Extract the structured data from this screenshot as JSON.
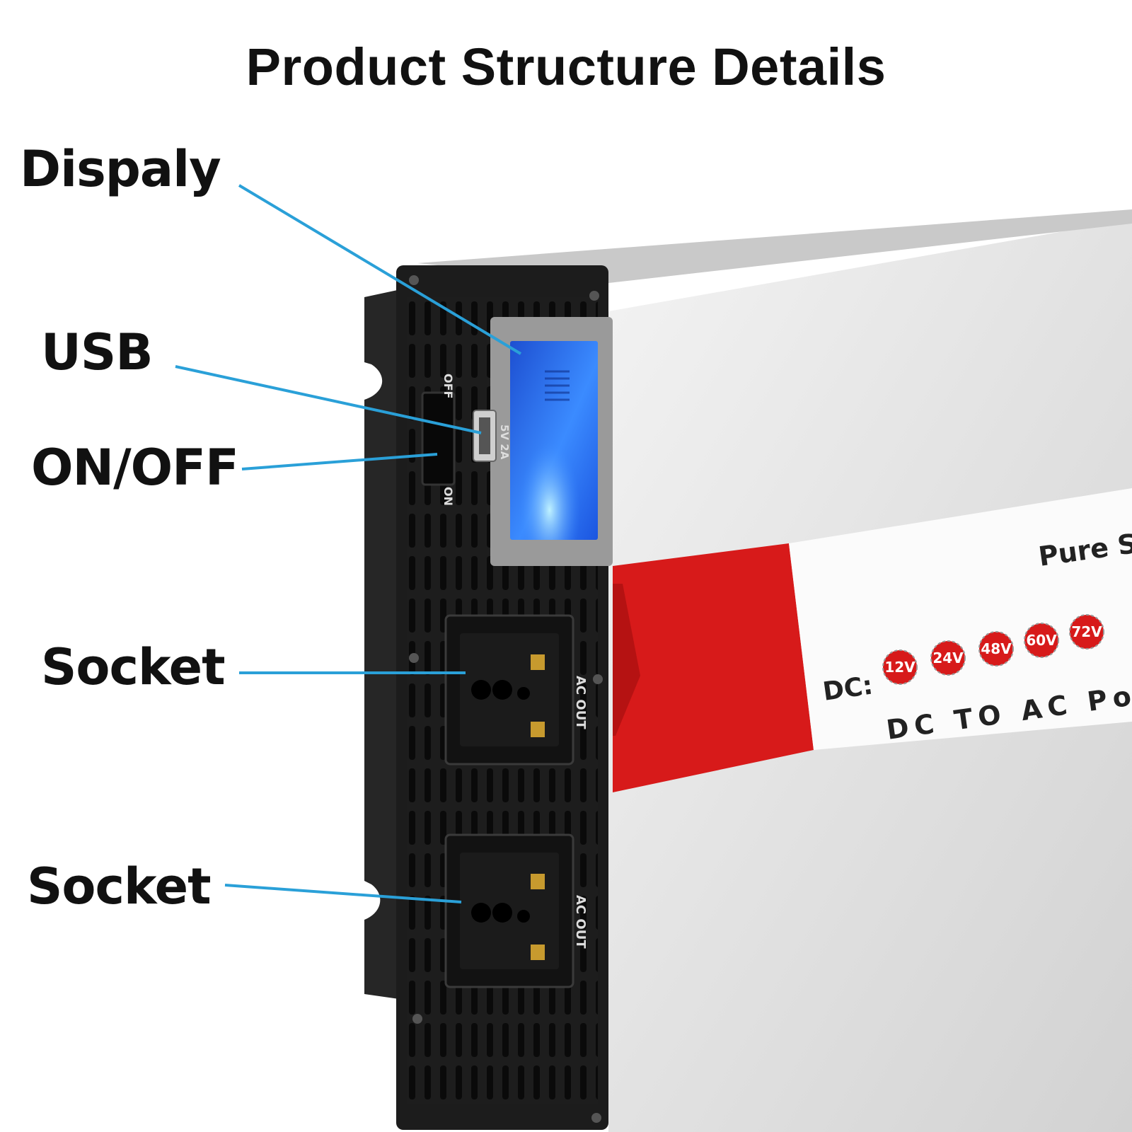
{
  "title": "Product Structure Details",
  "callouts": {
    "display": "Dispaly",
    "usb": "USB",
    "on_off": "ON/OFF",
    "socket_1": "Socket",
    "socket_2": "Socket"
  },
  "device": {
    "switch_off_label": "OFF",
    "switch_on_label": "ON",
    "usb_rating": "5V 2A",
    "socket_label_1": "AC OUT",
    "socket_label_2": "AC OUT",
    "brand_text": "Pure Si",
    "dc_prefix": "DC:",
    "voltage_badges": [
      "12V",
      "24V",
      "48V",
      "60V",
      "72V"
    ],
    "tagline": "DC TO AC Power"
  },
  "colors": {
    "leader_line": "#2aa0d8",
    "red_band": "#d71a1a",
    "lcd": "#2f7dff",
    "housing": "#e4e4e4",
    "panel": "#1f1f1f"
  }
}
